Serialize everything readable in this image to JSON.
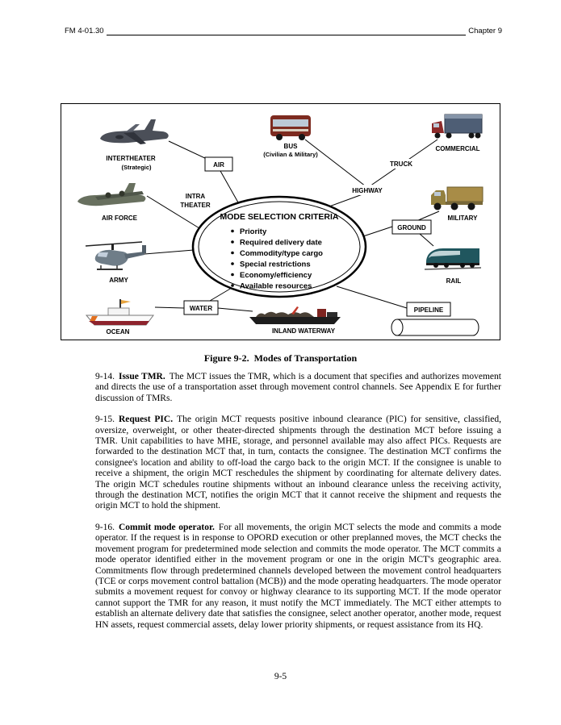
{
  "header": {
    "left": "FM 4-01.30",
    "right": "Chapter 9"
  },
  "figure": {
    "caption": "Figure 9-2.  Modes of Transportation",
    "criteria": {
      "title": "MODE SELECTION CRITERIA",
      "bullets": [
        "Priority",
        "Required delivery date",
        "Commodity/type cargo",
        "Special restrictions",
        "Economy/efficiency",
        "Available resources"
      ]
    },
    "labels": {
      "intertheater": "INTERTHEATER",
      "intertheater_sub": "(Strategic)",
      "air": "AIR",
      "intra_line1": "INTRA",
      "intra_line2": "THEATER",
      "air_force": "AIR FORCE",
      "army": "ARMY",
      "bus": "BUS",
      "bus_sub": "(Civilian & Military)",
      "truck": "TRUCK",
      "commercial": "COMMERCIAL",
      "highway": "HIGHWAY",
      "ground": "GROUND",
      "military": "MILITARY",
      "rail": "RAIL",
      "water": "WATER",
      "ocean": "OCEAN",
      "inland_waterway": "INLAND WATERWAY",
      "pipeline": "PIPELINE"
    }
  },
  "paragraphs": [
    {
      "number": "9-14.",
      "title": "Issue TMR.",
      "body": "The MCT issues the TMR, which is a document that specifies and authorizes movement and directs the use of a transportation asset through movement control channels. See Appendix E for further discussion of TMRs."
    },
    {
      "number": "9-15.",
      "title": "Request PIC.",
      "body": "The origin MCT requests positive inbound clearance (PIC) for sensitive, classified, oversize, overweight, or other theater-directed shipments through the destination MCT before issuing a TMR. Unit capabilities to have MHE, storage, and personnel available may also affect PICs. Requests are forwarded to the destination MCT that, in turn, contacts the consignee. The destination MCT confirms the consignee's location and ability to off-load the cargo back to the origin MCT. If the consignee is unable to receive a shipment, the origin MCT reschedules the shipment by coordinating for alternate delivery dates. The origin MCT schedules routine shipments without an inbound clearance unless the receiving activity, through the destination MCT, notifies the origin MCT that it cannot receive the shipment and requests the origin MCT to hold the shipment."
    },
    {
      "number": "9-16.",
      "title": "Commit mode operator.",
      "body": "For all movements, the origin MCT selects the mode and commits a mode operator. If the request is in response to OPORD execution or other preplanned moves, the MCT checks the movement program for predetermined mode selection and commits the mode operator. The MCT commits a mode operator identified either in the movement program or one in the origin MCT's geographic area. Commitments flow through predetermined channels developed between the movement control headquarters (TCE or corps movement control battalion (MCB)) and the mode operating headquarters. The mode operator submits a movement request for convoy or highway clearance to its supporting MCT. If the mode operator cannot support the TMR for any reason, it must notify the MCT immediately. The MCT either attempts to establish an alternate delivery date that satisfies the consignee, select another operator, another mode, request HN assets, request commercial assets, delay lower priority shipments, or request assistance from its HQ."
    }
  ],
  "footer": {
    "page_number": "9-5"
  }
}
